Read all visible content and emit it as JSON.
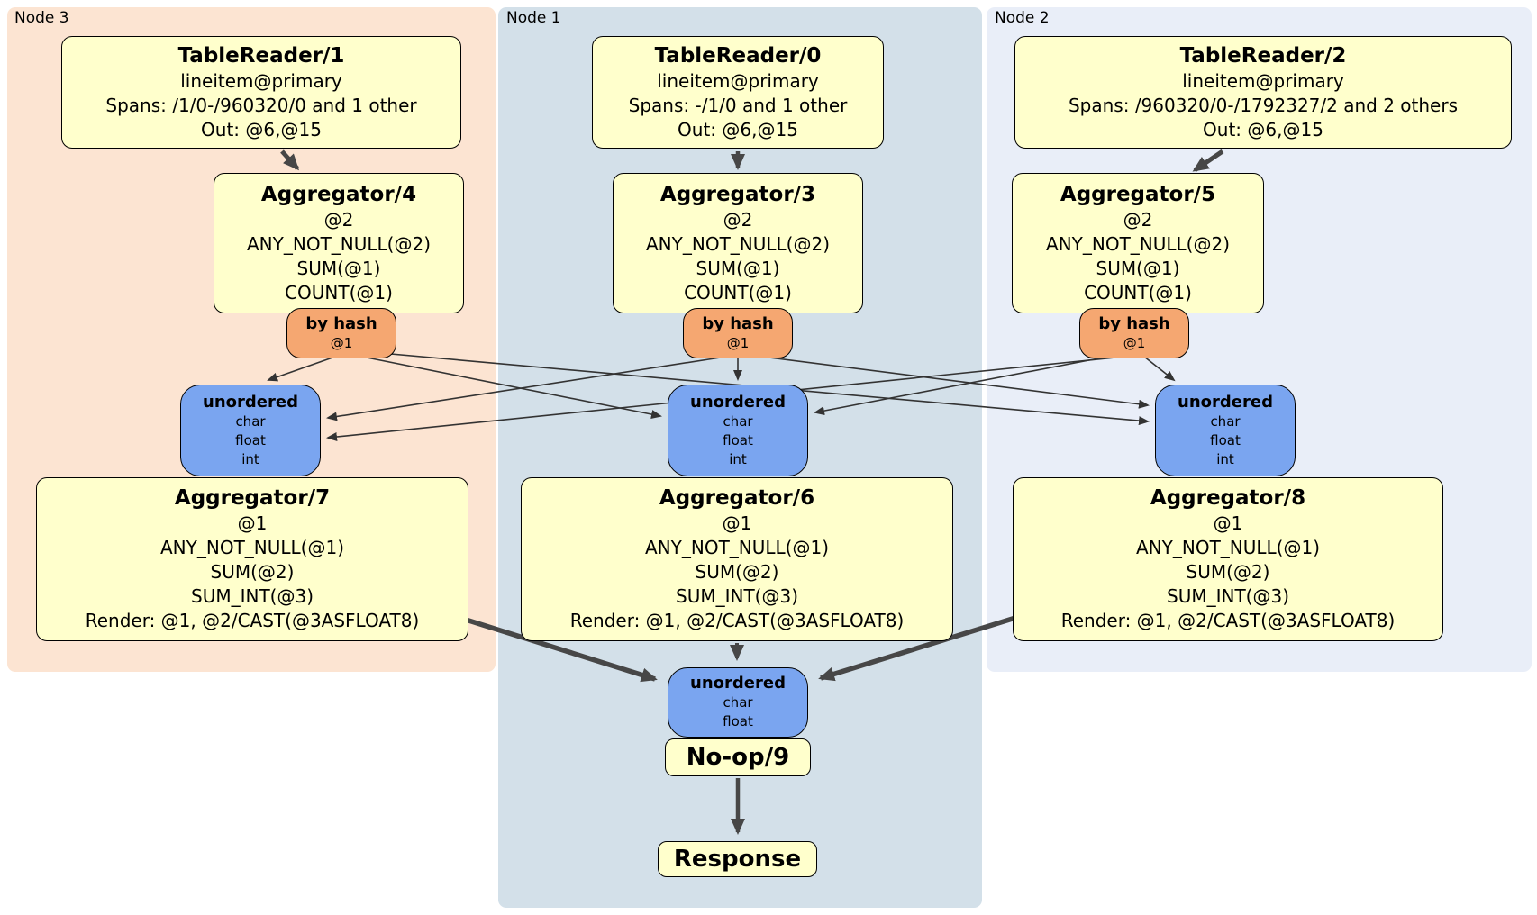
{
  "diagram": {
    "regions": [
      {
        "label": "Node 3"
      },
      {
        "label": "Node 1"
      },
      {
        "label": "Node 2"
      }
    ],
    "nodes": {
      "tablereader1": {
        "title": "TableReader/1",
        "lines": [
          "lineitem@primary",
          "Spans: /1/0-/960320/0 and 1 other",
          "Out: @6,@15"
        ]
      },
      "tablereader0": {
        "title": "TableReader/0",
        "lines": [
          "lineitem@primary",
          "Spans: -/1/0 and 1 other",
          "Out: @6,@15"
        ]
      },
      "tablereader2": {
        "title": "TableReader/2",
        "lines": [
          "lineitem@primary",
          "Spans: /960320/0-/1792327/2 and 2 others",
          "Out: @6,@15"
        ]
      },
      "aggregator4": {
        "title": "Aggregator/4",
        "lines": [
          "@2",
          "ANY_NOT_NULL(@2)",
          "SUM(@1)",
          "COUNT(@1)"
        ]
      },
      "aggregator3": {
        "title": "Aggregator/3",
        "lines": [
          "@2",
          "ANY_NOT_NULL(@2)",
          "SUM(@1)",
          "COUNT(@1)"
        ]
      },
      "aggregator5": {
        "title": "Aggregator/5",
        "lines": [
          "@2",
          "ANY_NOT_NULL(@2)",
          "SUM(@1)",
          "COUNT(@1)"
        ]
      },
      "byhash_node3": {
        "title": "by hash",
        "lines": [
          "@1"
        ]
      },
      "byhash_node1": {
        "title": "by hash",
        "lines": [
          "@1"
        ]
      },
      "byhash_node2": {
        "title": "by hash",
        "lines": [
          "@1"
        ]
      },
      "unordered_node3": {
        "title": "unordered",
        "lines": [
          "char",
          "float",
          "int"
        ]
      },
      "unordered_node1": {
        "title": "unordered",
        "lines": [
          "char",
          "float",
          "int"
        ]
      },
      "unordered_node2": {
        "title": "unordered",
        "lines": [
          "char",
          "float",
          "int"
        ]
      },
      "aggregator7": {
        "title": "Aggregator/7",
        "lines": [
          "@1",
          "ANY_NOT_NULL(@1)",
          "SUM(@2)",
          "SUM_INT(@3)",
          "Render: @1, @2/CAST(@3ASFLOAT8)"
        ]
      },
      "aggregator6": {
        "title": "Aggregator/6",
        "lines": [
          "@1",
          "ANY_NOT_NULL(@1)",
          "SUM(@2)",
          "SUM_INT(@3)",
          "Render: @1, @2/CAST(@3ASFLOAT8)"
        ]
      },
      "aggregator8": {
        "title": "Aggregator/8",
        "lines": [
          "@1",
          "ANY_NOT_NULL(@1)",
          "SUM(@2)",
          "SUM_INT(@3)",
          "Render: @1, @2/CAST(@3ASFLOAT8)"
        ]
      },
      "unordered_final": {
        "title": "unordered",
        "lines": [
          "char",
          "float"
        ]
      },
      "noop": {
        "title": "No-op/9"
      },
      "response": {
        "title": "Response"
      }
    },
    "colors": {
      "node3_bg": "#fce4d2",
      "node1_bg": "#d3e0e9",
      "node2_bg": "#e9eef8",
      "operator_bg": "#ffffcc",
      "router_bg": "#f5a771",
      "sync_bg": "#7aa5f0",
      "edge": "#474747"
    }
  }
}
